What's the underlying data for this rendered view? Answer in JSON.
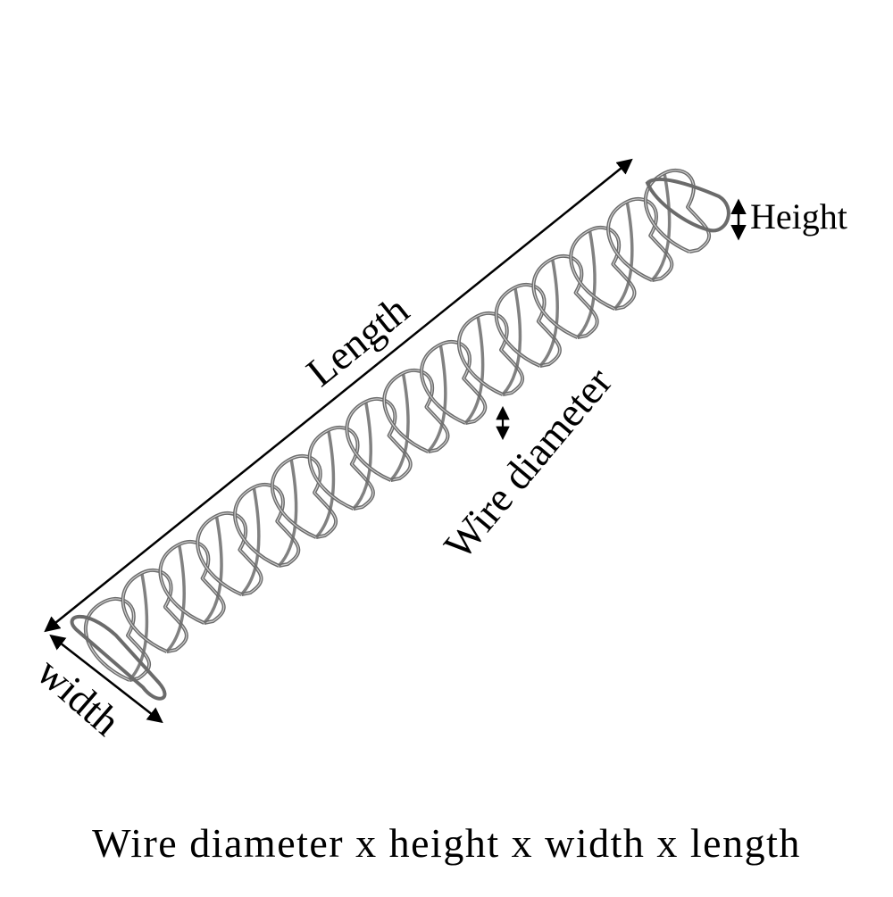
{
  "labels": {
    "length": "Length",
    "height": "Height",
    "wire_diameter": "Wire diameter",
    "width": "width"
  },
  "caption": "Wire diameter x height x width x length",
  "colors": {
    "spring_stroke": "#6b6b6b",
    "spring_highlight": "#cfcfcf",
    "arrow": "#000000",
    "text": "#000000",
    "background": "#ffffff"
  },
  "spring": {
    "coil_count": 16
  }
}
